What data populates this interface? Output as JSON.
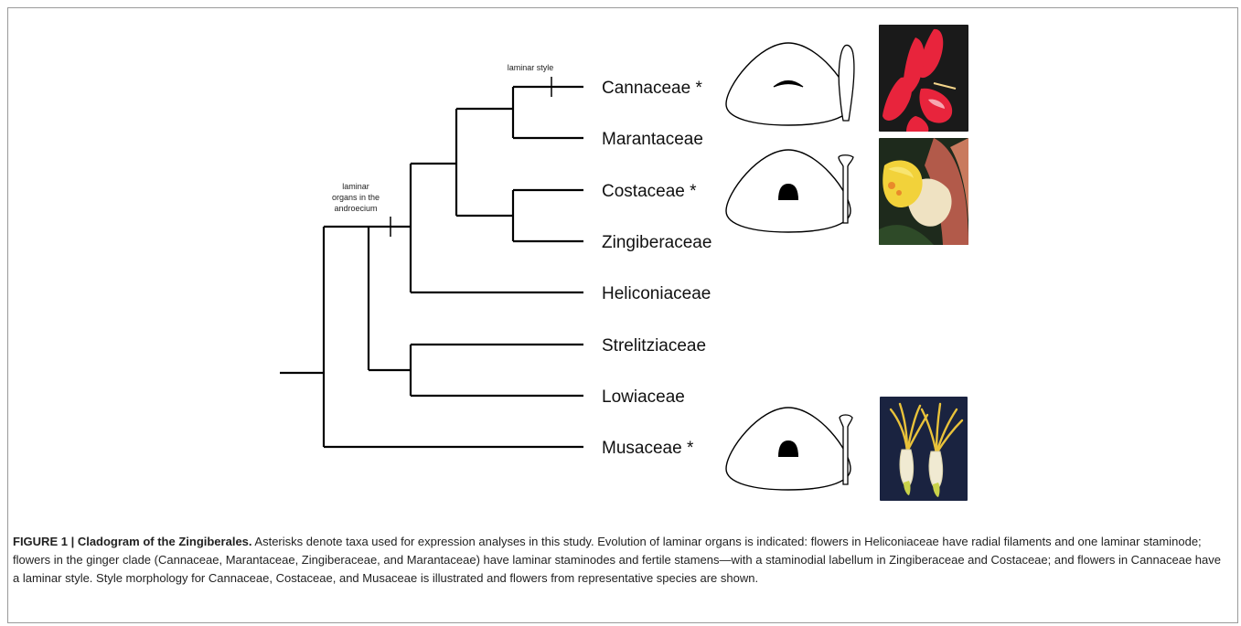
{
  "figure": {
    "annotations": {
      "laminar_style": "laminar style",
      "laminar_organs": [
        "laminar",
        "organs in the",
        "androecium"
      ]
    },
    "taxa": [
      {
        "name": "Cannaceae *",
        "key": "cannaceae"
      },
      {
        "name": "Marantaceae",
        "key": "marantaceae"
      },
      {
        "name": "Costaceae *",
        "key": "costaceae"
      },
      {
        "name": "Zingiberaceae",
        "key": "zingiberaceae"
      },
      {
        "name": "Heliconiaceae",
        "key": "heliconiaceae"
      },
      {
        "name": "Strelitziaceae",
        "key": "strelitziaceae"
      },
      {
        "name": "Lowiaceae",
        "key": "lowiaceae"
      },
      {
        "name": "Musaceae *",
        "key": "musaceae"
      }
    ],
    "colors": {
      "canna_flower": "#e8243c",
      "costus_flower": "#f2d23a",
      "musa_flower": "#e9c23a",
      "photo_background": "#1a1a1a",
      "musa_background": "#1a2340"
    }
  },
  "caption": {
    "label": "FIGURE 1 | Cladogram of the Zingiberales.",
    "text": " Asterisks denote taxa used for expression analyses in this study. Evolution of laminar organs is indicated: flowers in Heliconiaceae have radial filaments and one laminar staminode; flowers in the ginger clade (Cannaceae, Marantaceae, Zingiberaceae, and Marantaceae) have laminar staminodes and fertile stamens—with a staminodial labellum in Zingiberaceae and Costaceae; and flowers in Cannaceae have a laminar style. Style morphology for Cannaceae, Costaceae, and Musaceae is illustrated and flowers from representative species are shown."
  }
}
